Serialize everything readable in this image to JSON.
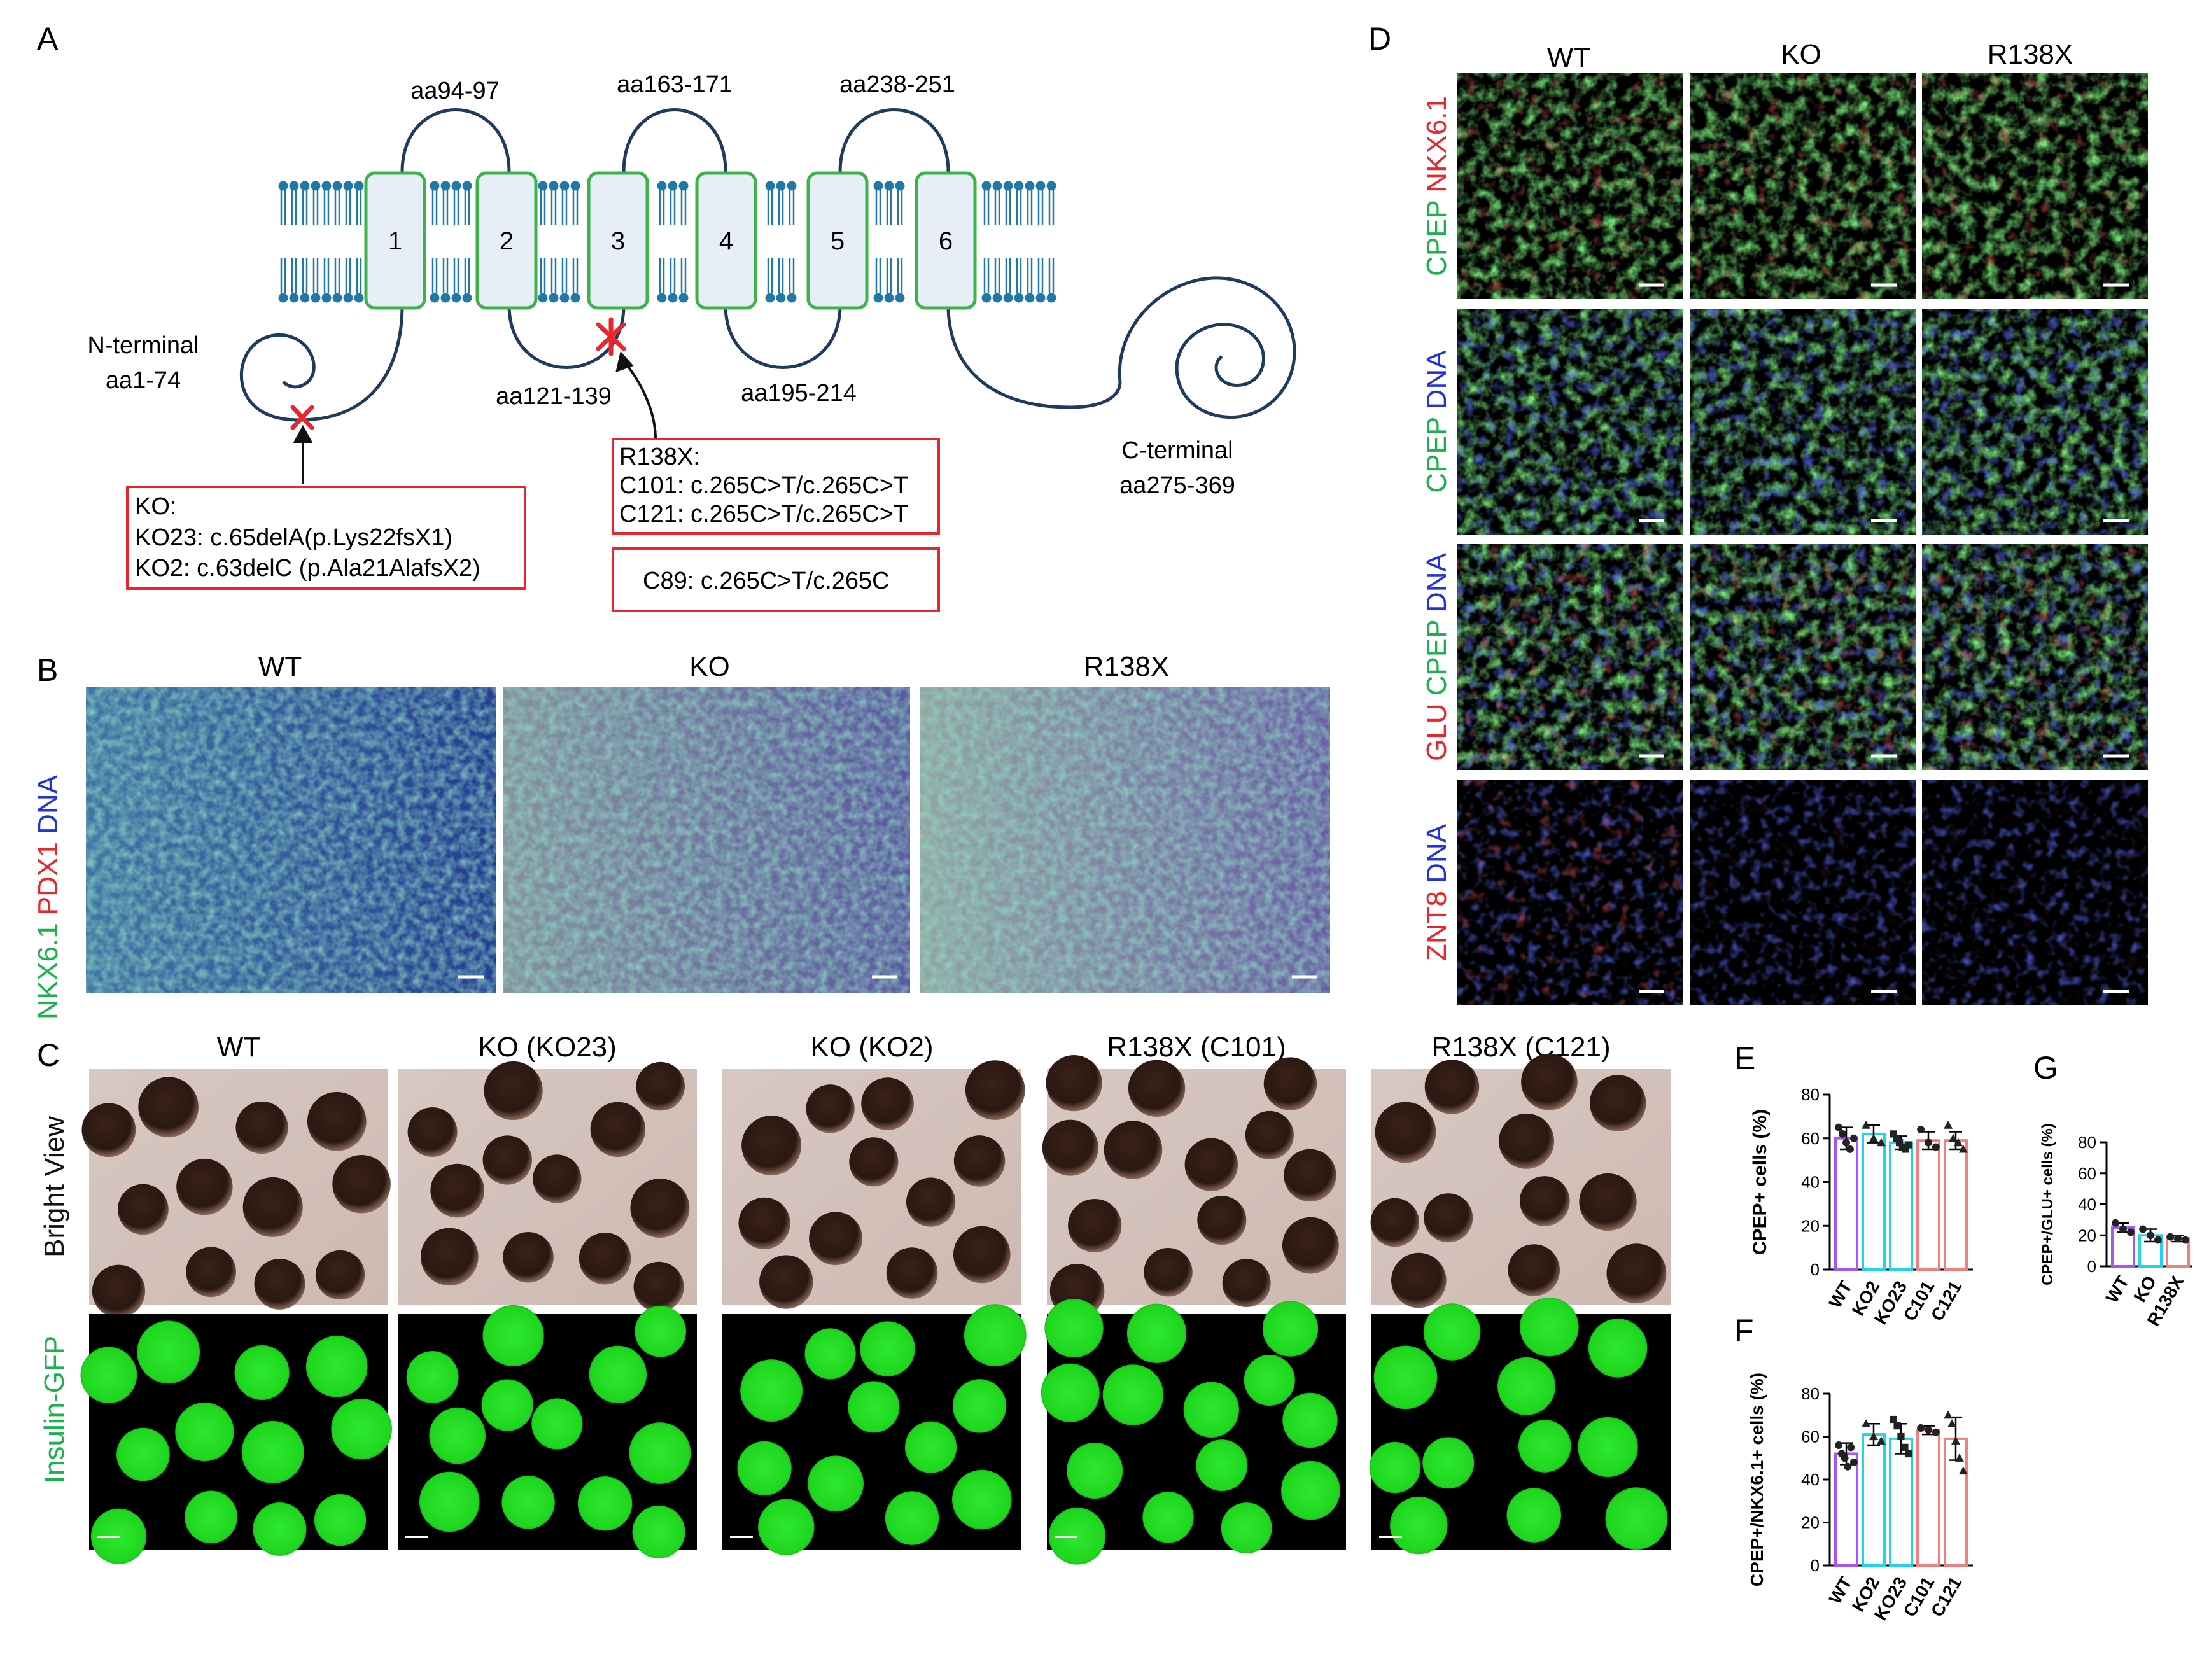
{
  "panel_letters": {
    "A": "A",
    "B": "B",
    "C": "C",
    "D": "D",
    "E": "E",
    "F": "F",
    "G": "G"
  },
  "panelA": {
    "loops_top": [
      "aa94-97",
      "aa163-171",
      "aa238-251"
    ],
    "loops_bottom": [
      "aa121-139",
      "aa195-214"
    ],
    "tm_numbers": [
      "1",
      "2",
      "3",
      "4",
      "5",
      "6"
    ],
    "n_terminal": [
      "N-terminal",
      "aa1-74"
    ],
    "c_terminal": [
      "C-terminal",
      "aa275-369"
    ],
    "ko_box": [
      "KO:",
      "KO23: c.65delA(p.Lys22fsX1)",
      "KO2: c.63delC (p.Ala21AlafsX2)"
    ],
    "r138x_box": [
      "R138X:",
      "C101: c.265C>T/c.265C>T",
      "C121: c.265C>T/c.265C>T"
    ],
    "c89_box": "C89: c.265C>T/c.265C",
    "colors": {
      "membrane": "#1f78a5",
      "helix_border": "#3db34a",
      "helix_fill": "#e8eef8",
      "mutation": "#e8262b",
      "box": "#e8262b",
      "loop": "#1e3a5f"
    }
  },
  "panelB": {
    "columns": [
      "WT",
      "KO",
      "R138X"
    ],
    "ylabel_parts": [
      {
        "text": "NKX6.1",
        "color": "#19b24b"
      },
      {
        "text": " PDX1",
        "color": "#e8262b"
      },
      {
        "text": " DNA",
        "color": "#2233dd"
      }
    ]
  },
  "panelC": {
    "columns": [
      "WT",
      "KO (KO23)",
      "KO (KO2)",
      "R138X (C101)",
      "R138X (C121)"
    ],
    "row_labels": [
      {
        "text": "Bright View",
        "color": "#111111"
      },
      {
        "text": "Insulin-GFP",
        "color": "#19b24b"
      }
    ]
  },
  "panelD": {
    "columns": [
      "WT",
      "KO",
      "R138X"
    ],
    "row_labels": [
      [
        {
          "text": "CPEP",
          "color": "#19b24b"
        },
        {
          "text": " NKX6.1",
          "color": "#e8262b"
        }
      ],
      [
        {
          "text": "CPEP",
          "color": "#19b24b"
        },
        {
          "text": " DNA",
          "color": "#2233dd"
        }
      ],
      [
        {
          "text": "GLU",
          "color": "#e8262b"
        },
        {
          "text": " CPEP",
          "color": "#19b24b"
        },
        {
          "text": " DNA",
          "color": "#2233dd"
        }
      ],
      [
        {
          "text": "ZNT8",
          "color": "#e8262b"
        },
        {
          "text": " DNA",
          "color": "#2233dd"
        }
      ]
    ]
  },
  "chart_data": [
    {
      "id": "E",
      "type": "bar",
      "categories": [
        "WT",
        "KO2",
        "KO23",
        "C101",
        "C121"
      ],
      "values": [
        60,
        62,
        58,
        59,
        59
      ],
      "errors": [
        5,
        4,
        3,
        4,
        4
      ],
      "points": [
        [
          65,
          62,
          58,
          55,
          60
        ],
        [
          66,
          60,
          58
        ],
        [
          62,
          60,
          58,
          56,
          55,
          57
        ],
        [
          64,
          58,
          56
        ],
        [
          66,
          60,
          58,
          55
        ]
      ],
      "colors": [
        "#a855f7",
        "#22d3ee",
        "#22d3ee",
        "#f08080",
        "#f08080"
      ],
      "markers": [
        "circle",
        "triangle",
        "square",
        "circle",
        "triangle"
      ],
      "ylabel": "CPEP+ cells (%)",
      "ylim": [
        0,
        80
      ],
      "yticks": [
        0,
        20,
        40,
        60,
        80
      ],
      "grid": false
    },
    {
      "id": "F",
      "type": "bar",
      "categories": [
        "WT",
        "KO2",
        "KO23",
        "C101",
        "C121"
      ],
      "values": [
        52,
        61,
        59,
        63,
        59
      ],
      "errors": [
        5,
        5,
        7,
        2,
        10
      ],
      "points": [
        [
          56,
          52,
          50,
          46,
          55,
          48
        ],
        [
          66,
          60,
          58
        ],
        [
          68,
          65,
          60,
          55,
          52
        ],
        [
          64,
          63,
          62
        ],
        [
          70,
          66,
          58,
          50,
          44
        ]
      ],
      "colors": [
        "#a855f7",
        "#22d3ee",
        "#22d3ee",
        "#f08080",
        "#f08080"
      ],
      "markers": [
        "circle",
        "triangle",
        "square",
        "circle",
        "triangle"
      ],
      "ylabel": "CPEP+/NKX6.1+ cells (%)",
      "ylim": [
        0,
        80
      ],
      "yticks": [
        0,
        20,
        40,
        60,
        80
      ],
      "grid": false
    },
    {
      "id": "G",
      "type": "bar",
      "categories": [
        "WT",
        "KO",
        "R138X"
      ],
      "values": [
        25,
        20,
        18
      ],
      "errors": [
        3,
        4,
        2
      ],
      "points": [
        [
          28,
          24,
          22
        ],
        [
          24,
          20,
          17
        ],
        [
          19,
          18,
          17
        ]
      ],
      "colors": [
        "#a855f7",
        "#22d3ee",
        "#f08080"
      ],
      "markers": [
        "circle",
        "circle",
        "circle"
      ],
      "ylabel": "CPEP+/GLU+ cells (%)",
      "ylim": [
        0,
        80
      ],
      "yticks": [
        0,
        20,
        40,
        60,
        80
      ],
      "grid": false
    }
  ]
}
